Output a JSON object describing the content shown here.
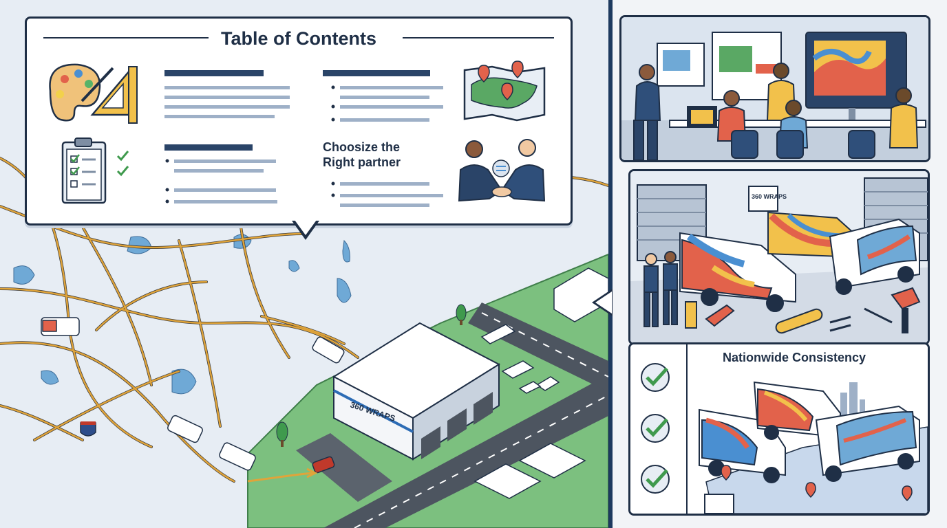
{
  "toc": {
    "title": "Table of Contents",
    "section_text": "Choosize the\nRight partner"
  },
  "brand": {
    "logo_building": "360 WRAPS",
    "logo_sign": "360 WRAPS"
  },
  "consistency": {
    "title": "Nationwide Consistency"
  },
  "colors": {
    "navy": "#1f2f46",
    "road": "#e0a43a",
    "grass": "#5aa864",
    "water": "#6fa9d6"
  }
}
